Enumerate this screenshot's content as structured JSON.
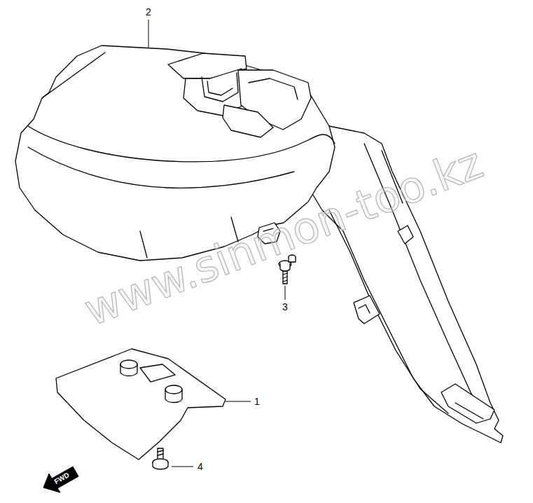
{
  "diagram": {
    "labels": [
      "2",
      "3",
      "1",
      "4",
      "FWD",
      "www.sinmon-too.kz"
    ]
  }
}
